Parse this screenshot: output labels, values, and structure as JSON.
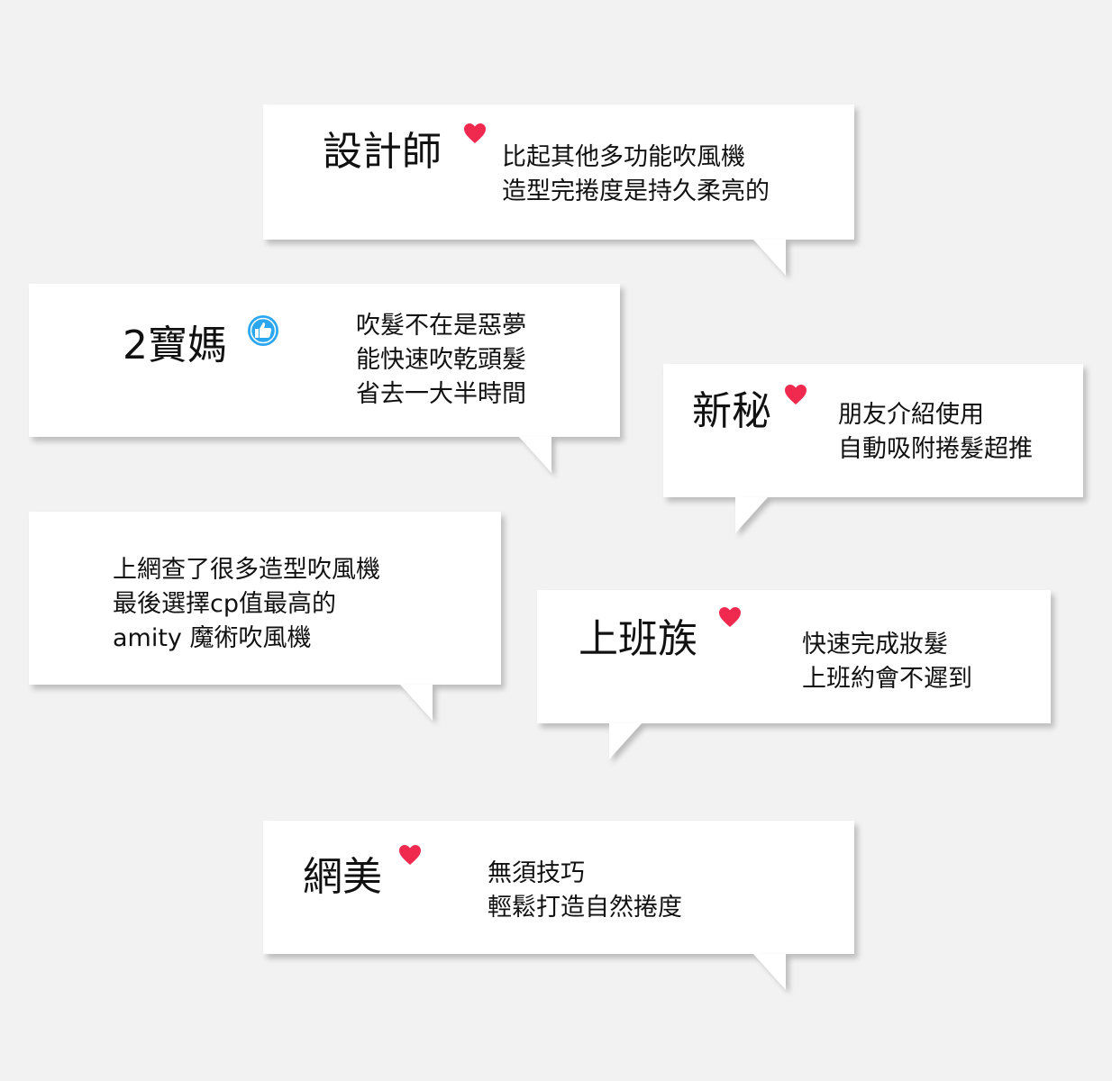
{
  "colors": {
    "heart": "#f0294f",
    "like": "#2aa7f0",
    "bubble": "#ffffff",
    "background": "#f2f2f2"
  },
  "reviews": [
    {
      "name": "設計師",
      "badge": "heart-icon",
      "lines": [
        "比起其他多功能吹風機",
        "造型完捲度是持久柔亮的"
      ]
    },
    {
      "name": "2寶媽",
      "badge": "thumbs-up-icon",
      "lines": [
        "吹髮不在是惡夢",
        "能快速吹乾頭髮",
        "省去一大半時間"
      ]
    },
    {
      "name": "新秘",
      "badge": "heart-icon",
      "lines": [
        "朋友介紹使用",
        "自動吸附捲髮超推"
      ]
    },
    {
      "name": "",
      "badge": "",
      "lines": [
        "上網查了很多造型吹風機",
        "最後選擇cp值最高的",
        "amity 魔術吹風機"
      ]
    },
    {
      "name": "上班族",
      "badge": "heart-icon",
      "lines": [
        "快速完成妝髮",
        "上班約會不遲到"
      ]
    },
    {
      "name": "網美",
      "badge": "heart-icon",
      "lines": [
        "無須技巧",
        "輕鬆打造自然捲度"
      ]
    }
  ]
}
